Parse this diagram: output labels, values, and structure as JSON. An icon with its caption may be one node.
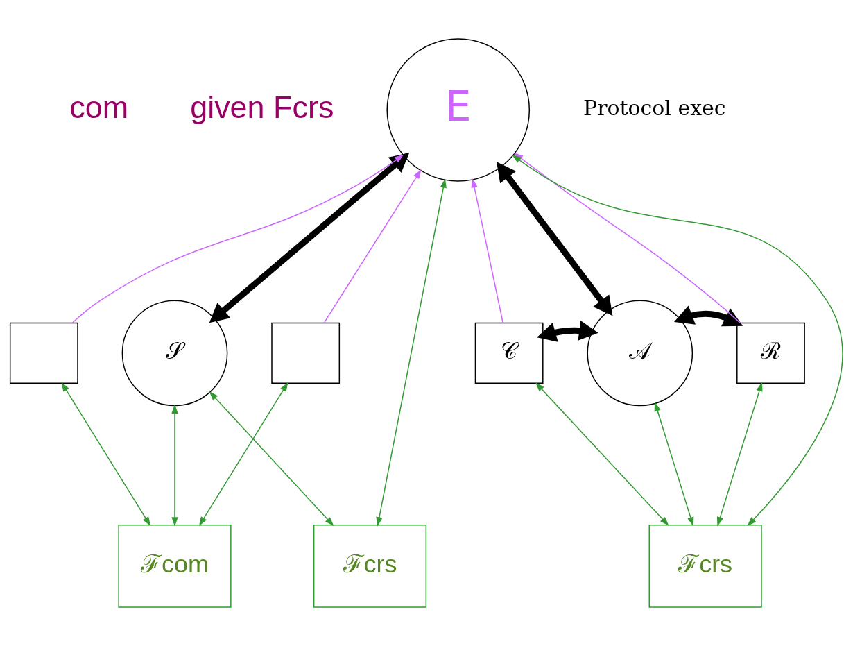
{
  "diagram": {
    "nodes": [
      {
        "text": [
          "E"
        ]
      },
      {
        "text": [],
        "shape": "box"
      },
      {
        "text": [
          "𝒮"
        ]
      },
      {
        "text": [],
        "shape": "box"
      },
      {
        "text": [
          "𝒞"
        ]
      },
      {
        "text": [
          "𝒜"
        ]
      },
      {
        "text": [
          "ℛ"
        ]
      },
      {
        "text": [
          "ℱcom"
        ]
      },
      {
        "text": [
          "ℱcrs"
        ]
      },
      {
        "text": [
          "ℱcrs"
        ]
      }
    ],
    "edges": [
      {
        "from": 1,
        "to": 0,
        "arrow": "to",
        "color": "#cc66ff"
      },
      {
        "from": 0,
        "to": 2,
        "arrow": "both",
        "style": "thick",
        "color": "#000000"
      },
      {
        "from": 3,
        "to": 0,
        "arrow": "to",
        "color": "#cc66ff"
      },
      {
        "from": 8,
        "to": 0,
        "arrow": "both"
      },
      {
        "from": 4,
        "to": 0,
        "arrow": "to",
        "color": "#cc66ff"
      },
      {
        "from": 9,
        "to": 0,
        "arrow": "both"
      },
      {
        "from": 0,
        "to": 5,
        "arrow": "both",
        "style": "thick",
        "color": "#000000"
      },
      {
        "from": 6,
        "to": 0,
        "arrow": "to",
        "color": "#cc66ff"
      },
      {
        "from": 4,
        "to": 5,
        "arrow": "both",
        "style": "thick",
        "color": "#000000"
      },
      {
        "from": 5,
        "to": 6,
        "arrow": "both",
        "style": "thick",
        "color": "#000000"
      },
      {
        "from": 1,
        "to": 7,
        "arrow": "both"
      },
      {
        "from": 2,
        "to": 7,
        "arrow": "both"
      },
      {
        "from": 3,
        "to": 7,
        "arrow": "both"
      },
      {
        "from": 2,
        "to": 8,
        "arrow": "both"
      },
      {
        "from": 4,
        "to": 9,
        "arrow": "both"
      },
      {
        "from": 5,
        "to": 9,
        "arrow": "both"
      },
      {
        "from": 6,
        "to": 9,
        "arrow": "both"
      }
    ],
    "labels": [
      "com",
      "given Fcrs",
      "Protocol exec"
    ]
  }
}
